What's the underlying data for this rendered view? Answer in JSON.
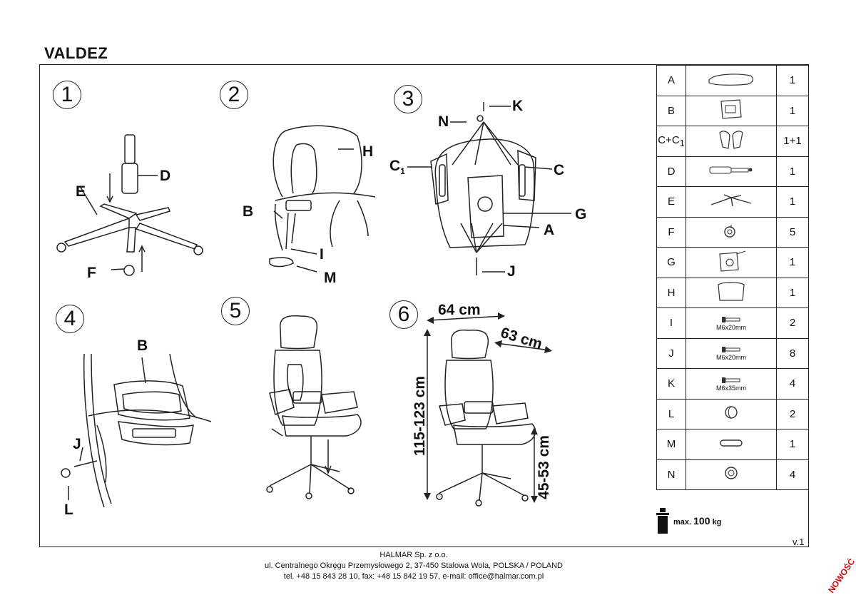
{
  "title": "VALDEZ",
  "steps": [
    "1",
    "2",
    "3",
    "4",
    "5",
    "6"
  ],
  "labels": {
    "s1": [
      "D",
      "E",
      "F"
    ],
    "s2": [
      "H",
      "B",
      "I",
      "M"
    ],
    "s3": [
      "K",
      "N",
      "C",
      "C",
      "G",
      "A",
      "J"
    ],
    "s3_sub": "1",
    "s4": [
      "B",
      "J",
      "L"
    ]
  },
  "dimensions": {
    "width": "64 cm",
    "depth": "63 cm",
    "height": "115-123 cm",
    "seat": "45-53 cm"
  },
  "parts": [
    {
      "id": "A",
      "icon": "seat-icon",
      "qty": "1"
    },
    {
      "id": "B",
      "icon": "lumbar-support-icon",
      "qty": "1"
    },
    {
      "id": "C+C",
      "sub": "1",
      "icon": "armrests-icon",
      "qty": "1+1"
    },
    {
      "id": "D",
      "icon": "gas-lift-icon",
      "qty": "1"
    },
    {
      "id": "E",
      "icon": "star-base-icon",
      "qty": "1"
    },
    {
      "id": "F",
      "icon": "caster-icon",
      "qty": "5"
    },
    {
      "id": "G",
      "icon": "mechanism-icon",
      "qty": "1"
    },
    {
      "id": "H",
      "icon": "backrest-icon",
      "qty": "1"
    },
    {
      "id": "I",
      "icon": "bolt-icon",
      "spec": "M6x20mm",
      "qty": "2"
    },
    {
      "id": "J",
      "icon": "bolt-icon",
      "spec": "M6x20mm",
      "qty": "8"
    },
    {
      "id": "K",
      "icon": "bolt-icon",
      "spec": "M6x35mm",
      "qty": "4"
    },
    {
      "id": "L",
      "icon": "cap-icon",
      "qty": "2"
    },
    {
      "id": "M",
      "icon": "cover-icon",
      "qty": "1"
    },
    {
      "id": "N",
      "icon": "washer-icon",
      "qty": "4"
    }
  ],
  "weight": {
    "prefix": "max.",
    "value": "100",
    "unit": "kg"
  },
  "version": "v.1",
  "footer": [
    "HALMAR Sp. z o.o.",
    "ul. Centralnego Okręgu Przemysłowego 2, 37-450 Stalowa Wola, POLSKA / POLAND",
    "tel. +48 15 843 28 10, fax: +48 15 842 19 57, e-mail: office@halmar.com.pl"
  ],
  "badge": "NOWOŚĆ"
}
